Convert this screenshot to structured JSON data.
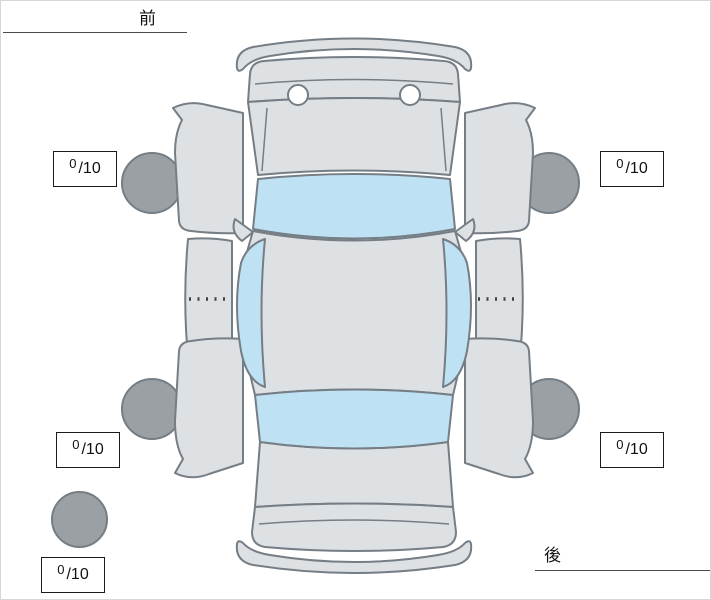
{
  "labels": {
    "front": "前",
    "rear": "後"
  },
  "scores": {
    "front_left": {
      "value": "0",
      "max": "/10"
    },
    "front_right": {
      "value": "0",
      "max": "/10"
    },
    "rear_left": {
      "value": "0",
      "max": "/10"
    },
    "rear_right": {
      "value": "0",
      "max": "/10"
    },
    "spare": {
      "value": "0",
      "max": "/10"
    }
  },
  "colors": {
    "body": "#dee1e4",
    "glass": "#bfe1f4",
    "tire": "#9aa0a4",
    "outline": "#757d85"
  }
}
